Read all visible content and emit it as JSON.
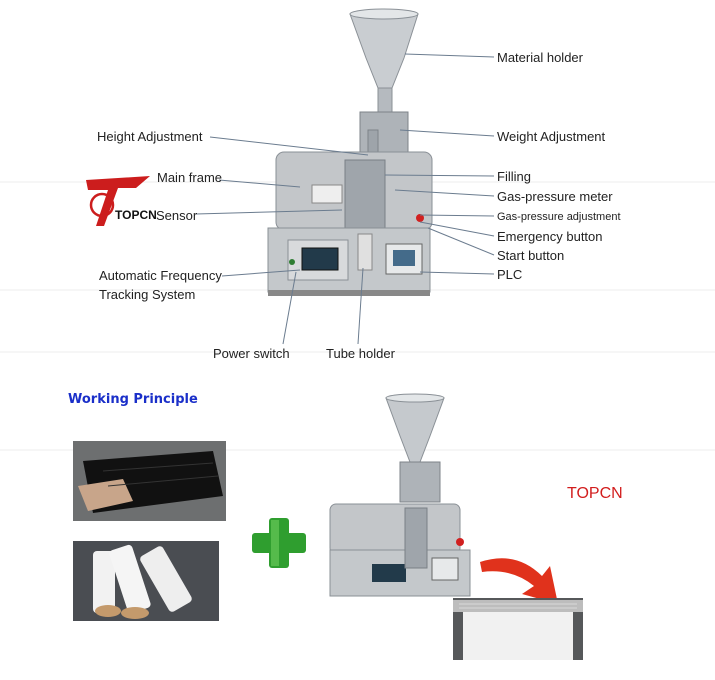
{
  "labels": {
    "material_holder": "Material holder",
    "height_adjustment": "Height Adjustment",
    "weight_adjustment": "Weight Adjustment",
    "main_frame": "Main frame",
    "filling": "Filling",
    "gas_pressure_meter": "Gas-pressure meter",
    "sensor": "Sensor",
    "gas_pressure_adjustment": "Gas-pressure adjustment",
    "emergency_button": "Emergency button",
    "start_button": "Start button",
    "aft_line1": "Automatic Frequency",
    "aft_line2": "Tracking System",
    "plc": "PLC",
    "power_switch": "Power switch",
    "tube_holder": "Tube holder"
  },
  "logo": {
    "text": "TOPCN"
  },
  "section": {
    "working_principle": "Working Principle"
  },
  "brand": {
    "text": "TOPCN"
  },
  "colors": {
    "accent_blue": "#1a2fc9",
    "brand_red": "#d21d1d",
    "plus_green": "#2f9e2f",
    "arrow_red": "#e0321c"
  }
}
